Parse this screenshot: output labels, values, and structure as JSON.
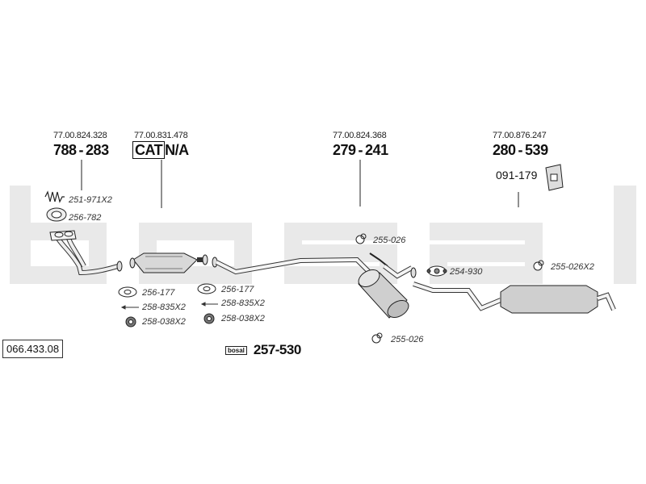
{
  "watermark": "bosal",
  "catalog_number": "066.433.08",
  "refs": {
    "oem1": "77.00.824.328",
    "oem2": "77.00.831.478",
    "oem3": "77.00.824.368",
    "oem4": "77.00.876.247"
  },
  "parts": {
    "front_pipe": {
      "left": "788",
      "right": "283"
    },
    "cat": {
      "boxed": "CAT",
      "rest": "N/A"
    },
    "middle": {
      "left": "279",
      "right": "241"
    },
    "rear": {
      "left": "280",
      "right": "539"
    },
    "rear_bracket": "091-179",
    "kit": "257-530",
    "kit_logo": "bosal"
  },
  "fittings": {
    "spring": "251-971X2",
    "ring": "256-782",
    "gasket_a": "256-177",
    "bolt_a": "258-835X2",
    "nut_a": "258-038X2",
    "gasket_b": "256-177",
    "bolt_b": "258-835X2",
    "nut_b": "258-038X2",
    "hanger_a": "255-026",
    "hanger_b": "255-026",
    "clamp": "254-930",
    "hanger_c": "255-026X2"
  }
}
